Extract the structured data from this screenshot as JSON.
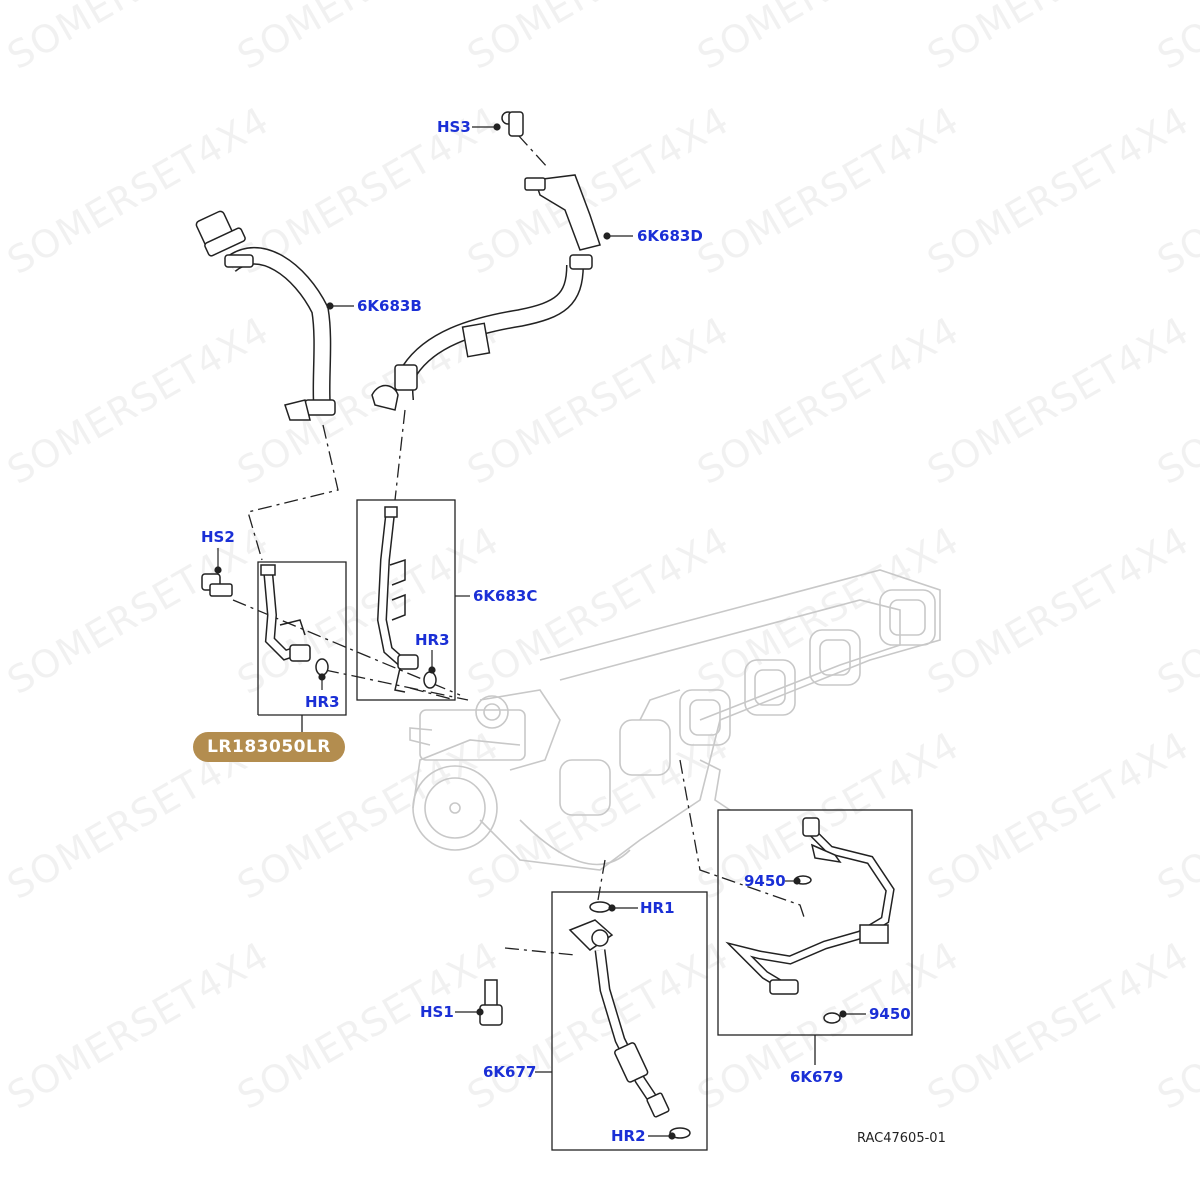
{
  "watermark": "SOMERSET4X4",
  "part_badge": "LR183050LR",
  "reference": "RAC47605-01",
  "colors": {
    "label": "#1a2fd6",
    "badge": "#b38d4f",
    "line": "#222222",
    "ghost": "#c8c8c8"
  },
  "labels": {
    "hs3": "HS3",
    "p6k683d": "6K683D",
    "p6k683b": "6K683B",
    "hs2": "HS2",
    "p6k683c": "6K683C",
    "hr3_right": "HR3",
    "hr3_left": "HR3",
    "hr1": "HR1",
    "p9450_top": "9450",
    "p9450_bottom": "9450",
    "hs1": "HS1",
    "p6k677": "6K677",
    "p6k679": "6K679",
    "hr2": "HR2"
  }
}
